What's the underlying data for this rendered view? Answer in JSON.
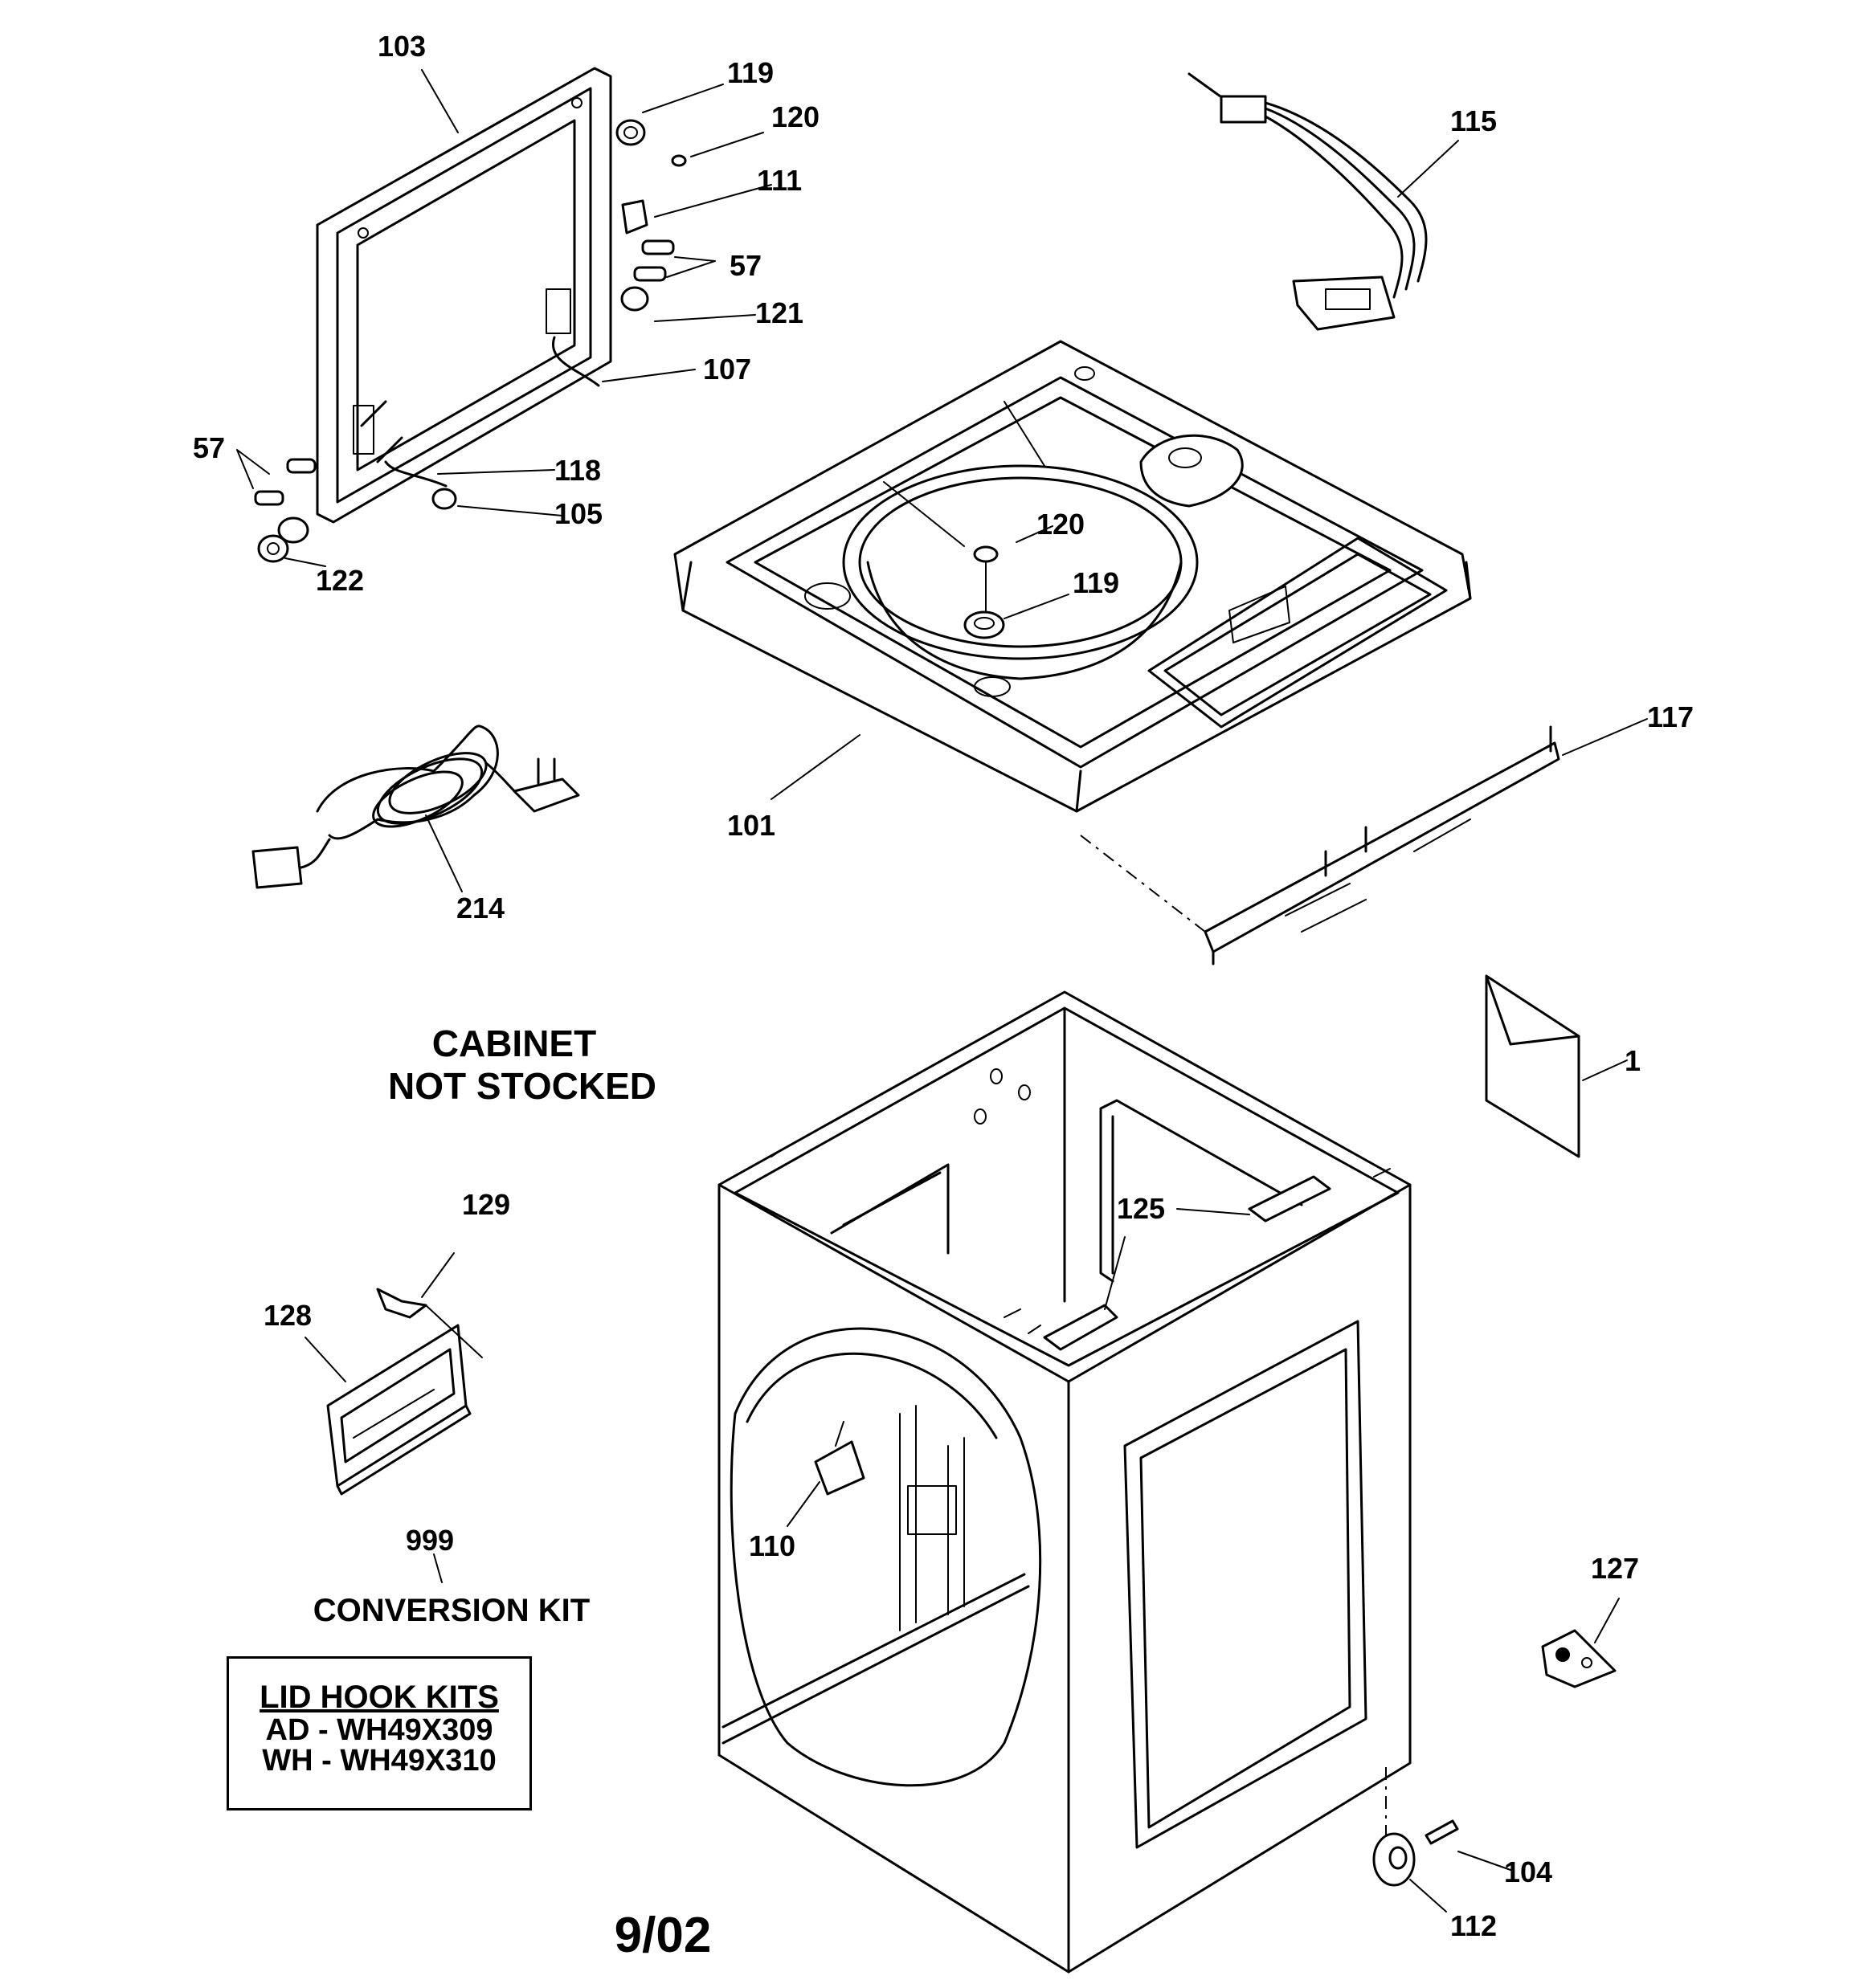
{
  "callouts": {
    "c103": "103",
    "c119a": "119",
    "c120a": "120",
    "c111": "111",
    "c57a": "57",
    "c121": "121",
    "c107": "107",
    "c57b": "57",
    "c118": "118",
    "c105": "105",
    "c122": "122",
    "c115": "115",
    "c120b": "120",
    "c119b": "119",
    "c117": "117",
    "c101": "101",
    "c214": "214",
    "c1": "1",
    "c129": "129",
    "c128": "128",
    "c125": "125",
    "c110": "110",
    "c127": "127",
    "c999": "999",
    "c104": "104",
    "c112": "112"
  },
  "labels": {
    "cabinet_line1": "CABINET",
    "cabinet_line2": "NOT STOCKED",
    "conversion_kit": "CONVERSION KIT",
    "date": "9/02"
  },
  "lid_hook_kits": {
    "title": "LID HOOK KITS",
    "line1": "AD - WH49X309",
    "line2": "WH - WH49X310"
  }
}
